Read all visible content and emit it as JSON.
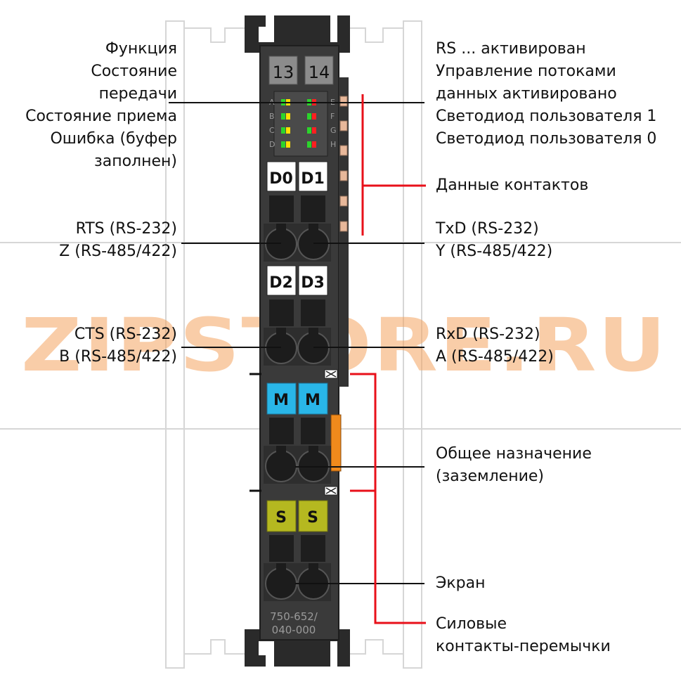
{
  "terminal": {
    "top_numbers": [
      "13",
      "14"
    ],
    "led_rows_left": [
      "A",
      "B",
      "C",
      "D"
    ],
    "led_rows_right": [
      "E",
      "F",
      "G",
      "H"
    ],
    "data_tiles": [
      "D0",
      "D1",
      "D2",
      "D3"
    ],
    "m_tiles": [
      "M",
      "M"
    ],
    "s_tiles": [
      "S",
      "S"
    ],
    "model_line1": "750-652/",
    "model_line2": "040-000"
  },
  "labels": {
    "left": {
      "function": "Функция",
      "tx_state_1": "Состояние",
      "tx_state_2": "передачи",
      "rx_state": "Состояние приема",
      "error_1": "Ошибка (буфер",
      "error_2": "заполнен)",
      "rts_1": "RTS (RS-232)",
      "rts_2": "Z (RS-485/422)",
      "cts_1": "CTS (RS-232)",
      "cts_2": "B (RS-485/422)"
    },
    "right": {
      "rs_active": "RS ... активирован",
      "flow_1": "Управление потоками",
      "flow_2": "данных активировано",
      "user_led_1": "Светодиод пользователя 1",
      "user_led_0": "Светодиод пользователя 0",
      "data_contacts": "Данные контактов",
      "txd_1": "TxD (RS-232)",
      "txd_2": "Y (RS-485/422)",
      "rxd_1": "RxD (RS-232)",
      "rxd_2": "A (RS-485/422)",
      "common_1": "Общее назначение",
      "common_2": "(заземление)",
      "shield": "Экран",
      "jumper_1": "Силовые",
      "jumper_2": "контакты-перемычки"
    }
  },
  "watermark": "ZIPSTORE.RU",
  "colors": {
    "body": "#3a3a3a",
    "body_dark": "#222222",
    "m_tile": "#29b6e8",
    "s_tile": "#b5b820",
    "callout_red": "#e8101a",
    "watermark_orange": "#f4a460",
    "watermark_gray": "#c8c8c8",
    "orange_tab": "#f08a1c",
    "pin": "#e8b89a"
  }
}
